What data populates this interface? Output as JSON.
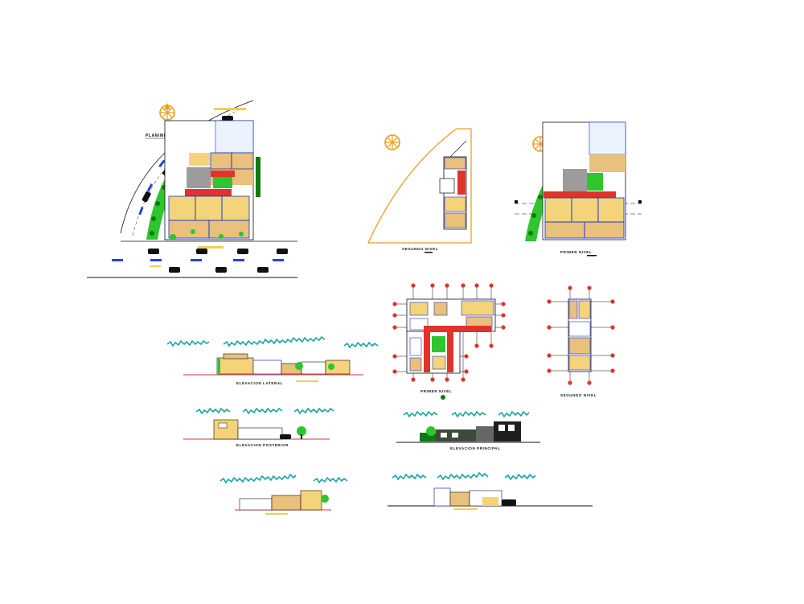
{
  "drawing": {
    "colors": {
      "line": "#111111",
      "wall_blue": "#1b2fd1",
      "brick": "#e0332b",
      "sand": "#f4d37a",
      "tan": "#e9c07c",
      "green": "#2ec52e",
      "dark_green": "#0f7a14",
      "orange_outline": "#ef9d1f",
      "grey_plaza": "#9c9c9c",
      "road_blue": "#2a3ee8",
      "teal": "#19a3a3",
      "magenta": "#d03bd0",
      "sky_yellow": "#f5dd2e",
      "underline_yellow": "#f3cf4a"
    },
    "labels": {
      "site_plan": "PLANIMETRIA",
      "second_level_site": "SEGUNDO NIVEL",
      "first_level_site": "PRIMER NIVEL",
      "first_level_plan": "PRIMER NIVEL",
      "second_level_plan": "SEGUNDO NIVEL",
      "side_elevation": "ELEVACION LATERAL",
      "rear_elevation": "ELEVACION POSTERIOR",
      "main_elevation": "ELEVACION PRINCIPAL"
    },
    "icons": {
      "north": "north-arrow-icon",
      "car": "car-icon",
      "tree": "tree-icon"
    }
  }
}
